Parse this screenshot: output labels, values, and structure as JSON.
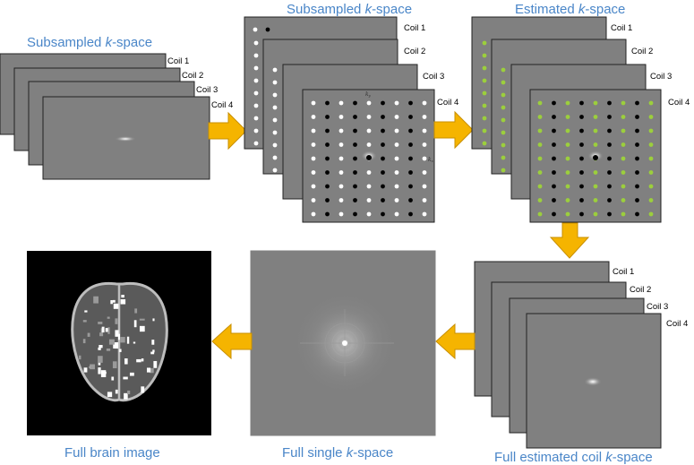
{
  "colors": {
    "caption": "#4a86c8",
    "arrow": "#f5b400",
    "panel": "#808080",
    "estimated_dot": "#9ccf3c",
    "acquired_dot": "#ffffff",
    "missing_dot": "#000000"
  },
  "stages": {
    "subsampled_input": {
      "title": "Subsampled",
      "k": "k",
      "suffix": "-space"
    },
    "subsampled_grid": {
      "title": "Subsampled ",
      "k": "k",
      "suffix": "-space"
    },
    "estimated_grid": {
      "title": "Estimated ",
      "k": "k",
      "suffix": "-space"
    },
    "full_estimated": {
      "title": "Full estimated coil ",
      "k": "k",
      "suffix": "-space"
    },
    "full_single": {
      "title": "Full single ",
      "k": "k",
      "suffix": "-space"
    },
    "brain": {
      "title": "Full brain image"
    }
  },
  "coils": [
    "Coil 1",
    "Coil 2",
    "Coil 3",
    "Coil 4"
  ],
  "axes": {
    "ky": "k",
    "ky_sub": "y",
    "kx": "k",
    "kx_sub": "x"
  }
}
